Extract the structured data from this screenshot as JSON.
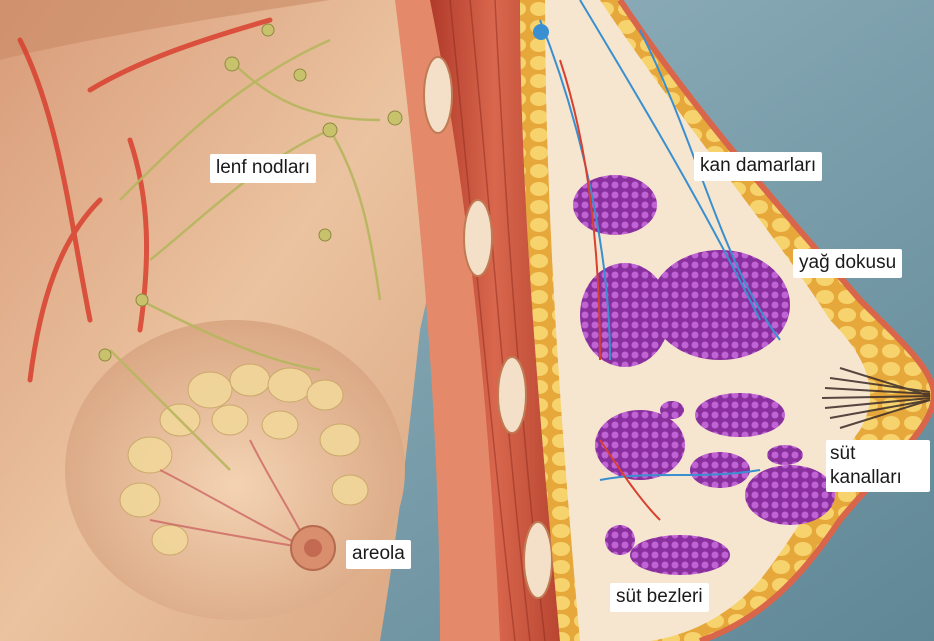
{
  "labels": {
    "lymph_nodes": "lenf nodları",
    "blood_vessels": "kan damarları",
    "fat_tissue": "yağ dokusu",
    "milk_ducts_line1": "süt",
    "milk_ducts_line2": "kanalları",
    "areola": "areola",
    "milk_glands": "süt bezleri"
  },
  "colors": {
    "background": "#7fa3b2",
    "skin": "#e7b995",
    "muscle": "#c9553d",
    "fat": "#f2c45a",
    "gland": "#9b3fae",
    "vessel_red": "#d8402f",
    "vessel_blue": "#3a8fd0",
    "lymph": "#b9b661"
  }
}
